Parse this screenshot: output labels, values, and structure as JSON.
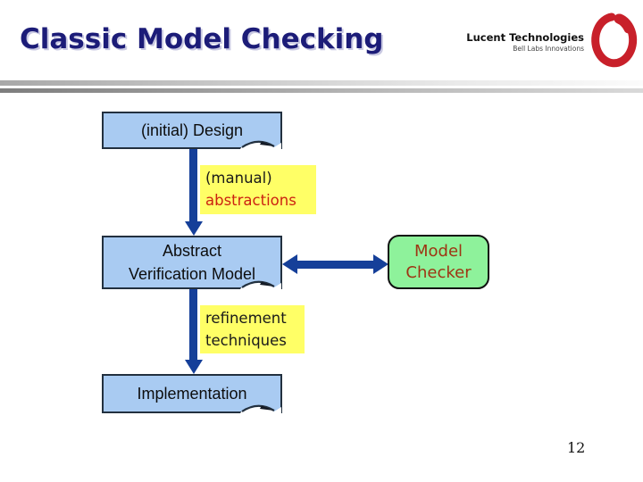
{
  "slide": {
    "title": "Classic Model Checking",
    "page_number": "12"
  },
  "logo": {
    "company": "Lucent Technologies",
    "tagline": "Bell Labs Innovations"
  },
  "diagram": {
    "design_box": {
      "label": "(initial) Design"
    },
    "abstraction_note": {
      "line1": "(manual)",
      "line2": "abstractions"
    },
    "abstract_box": {
      "line1": "Abstract",
      "line2": "Verification Model"
    },
    "checker_box": {
      "line1": "Model",
      "line2": "Checker"
    },
    "refinement_note": {
      "line1": "refinement",
      "line2": "techniques"
    },
    "implementation_box": {
      "label": "Implementation"
    }
  },
  "colors": {
    "title_text": "#1c1c78",
    "card_fill": "#a9cbf2",
    "card_border": "#22303f",
    "checker_fill": "#8ef29b",
    "checker_text": "#9e3413",
    "arrow": "#153f99",
    "note_bg": "#ffff66",
    "note_text_black": "#1a1a1a",
    "note_text_red": "#cc2211",
    "logo_ring": "#c8202a"
  }
}
